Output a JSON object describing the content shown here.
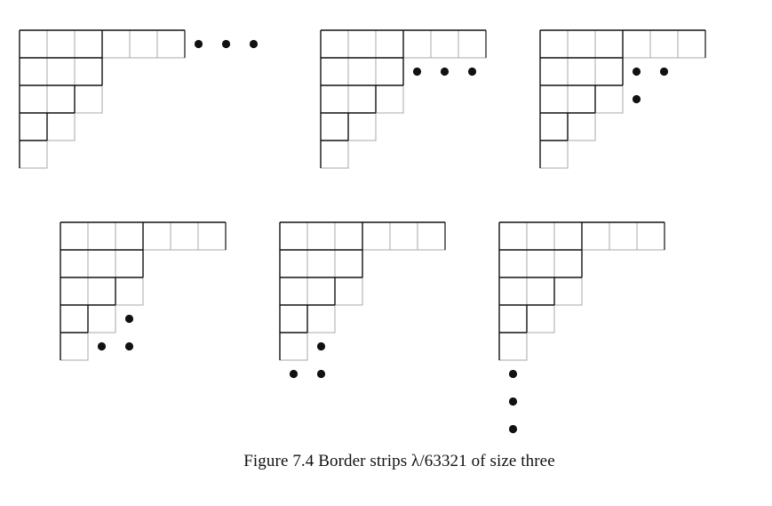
{
  "figure": {
    "caption": "Figure 7.4  Border strips λ/63321 of size three",
    "colors": {
      "line_light": "#a8a8a8",
      "line_dark": "#111111",
      "dot": "#111111"
    },
    "diagrams": [
      {
        "label": "strip-in-row-1"
      },
      {
        "label": "strip-in-row-2"
      },
      {
        "label": "strip-rows-2-3"
      },
      {
        "label": "strip-rows-4-5"
      },
      {
        "label": "strip-rows-5-6"
      },
      {
        "label": "strip-in-column-1"
      }
    ]
  }
}
